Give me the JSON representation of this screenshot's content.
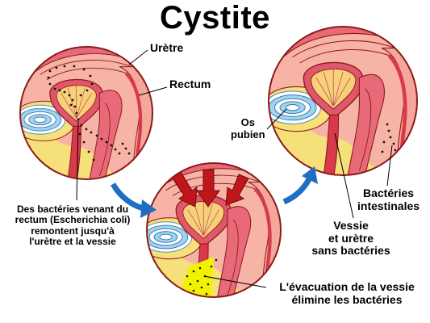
{
  "title": "Cystite",
  "labels": {
    "uretre": "Urètre",
    "rectum": "Rectum",
    "os_pubien": "Os\npubien",
    "bacteries_rectum": "Des bactéries venant du\nrectum (Escherichia coli)\nremontent jusqu'à\nl'urètre et la vessie",
    "bacteries_intestinales": "Bactéries\nintestinales",
    "vessie_sans": "Vessie\net urètre\nsans bactéries",
    "evacuation": "L'évacuation de la vessie\nélimine les bactéries"
  },
  "panels": [
    {
      "name": "infection",
      "stage": "before"
    },
    {
      "name": "evacuation",
      "stage": "during"
    },
    {
      "name": "apres",
      "stage": "after"
    }
  ],
  "colors": {
    "tissue_pink": "#f4a79a",
    "flesh_dark": "#e0566a",
    "muscle_red": "#d83a4c",
    "fat_yellow": "#f5e07a",
    "bone_blue": "#9fd3f0",
    "outline": "#8b1a1a",
    "arrow_red": "#c0161a",
    "arrow_blue": "#1f6ec2",
    "bacteria_yellow": "#f2f200",
    "bacteria_dot": "#111111"
  },
  "icons": [
    "pressure-arrow-icon",
    "flow-arrow-icon"
  ]
}
